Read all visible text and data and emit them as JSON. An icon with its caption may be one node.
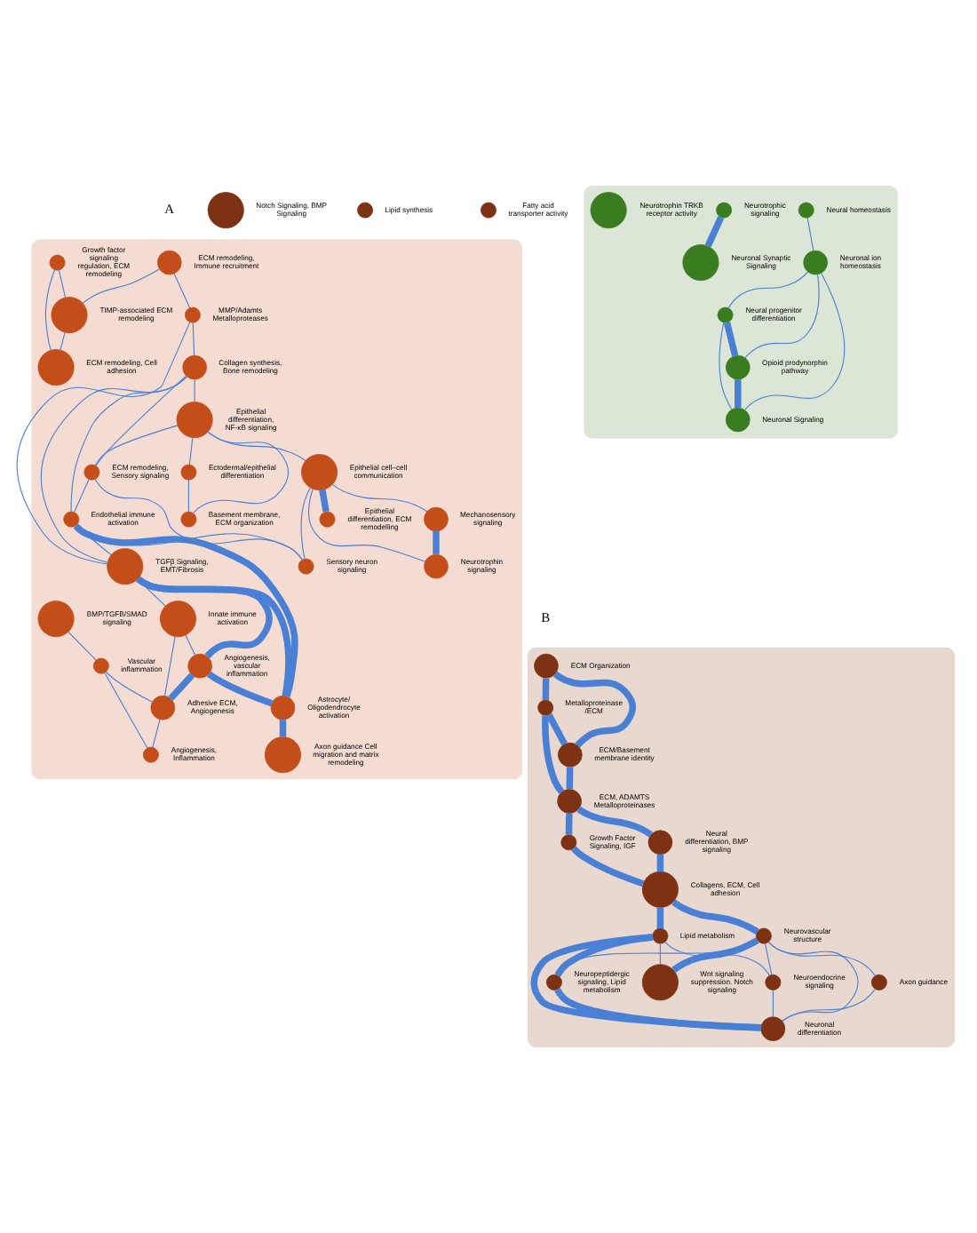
{
  "diagram": {
    "nodes": [
      {
        "text": [],
        "shape": "ellipse"
      },
      {
        "text": [],
        "shape": "circle",
        "in": 0,
        "beside": [
          "ECM remodeling, Immune recruitment"
        ]
      },
      {
        "text": [],
        "shape": "circle",
        "in": 0,
        "beside": [
          "Growth factor signaling regulation, ECM remodeling"
        ]
      },
      {
        "text": [],
        "shape": "circle",
        "in": 0,
        "beside": [
          "BMP/TGFB/SMAD signaling"
        ]
      },
      {
        "text": [],
        "shape": "circle",
        "in": 0,
        "beside": [
          "TIMP-associated ECM remodeling"
        ]
      },
      {
        "text": [],
        "shape": "circle",
        "in": 0,
        "beside": [
          "ECM remodeling, Cell adhesion"
        ]
      },
      {
        "text": [],
        "shape": "circle",
        "in": 0,
        "beside": [
          "MMP/Adamts Metalloproteases"
        ]
      },
      {
        "text": [],
        "shape": "circle",
        "in": 0,
        "beside": [
          "Vascular inflammation"
        ]
      },
      {
        "text": [],
        "shape": "circle",
        "in": 0,
        "beside": [
          "Epithelial differentiation, NF-κB signaling"
        ]
      },
      {
        "text": [],
        "shape": "circle",
        "in": 0,
        "beside": [
          "Collagen synthesis, Bone remodeling"
        ]
      },
      {
        "text": [],
        "shape": "circle",
        "in": 0,
        "beside": [
          "TGFβ Signaling, EMT/Fibrosis"
        ]
      },
      {
        "text": [],
        "shape": "circle",
        "in": 0,
        "beside": [
          "Innate immune activation"
        ]
      },
      {
        "text": [],
        "shape": "circle",
        "in": 0,
        "beside": [
          "Ectodermal/epithelial differentiation"
        ]
      },
      {
        "text": [],
        "shape": "circle",
        "in": 0,
        "beside": [
          "Angiogenesis, Inflammation"
        ]
      },
      {
        "text": [],
        "shape": "circle",
        "in": 0,
        "beside": [
          "Adhesive ECM, Angiogenesis"
        ]
      },
      {
        "text": [],
        "shape": "circle",
        "in": 0,
        "beside": [
          "Basement membrane, ECM organization"
        ]
      },
      {
        "text": [],
        "shape": "circle",
        "in": 0,
        "beside": [
          "ECM remodeling, Sensory signaling"
        ]
      },
      {
        "text": [],
        "shape": "circle",
        "in": 0,
        "beside": [
          "Endothelial immune activation"
        ]
      },
      {
        "text": [],
        "shape": "circle",
        "in": 0,
        "beside": [
          "Angiogenesis, vascular inflammation"
        ]
      },
      {
        "text": [],
        "shape": "circle",
        "in": 0,
        "beside": [
          "Astrocyte/ Oligodendrocyte activation"
        ]
      },
      {
        "text": [],
        "shape": "circle",
        "in": 0,
        "beside": [
          "Epithelial cell–cell communication"
        ]
      },
      {
        "text": [],
        "shape": "circle",
        "in": 0,
        "beside": [
          "Sensory neuron signaling"
        ]
      },
      {
        "text": [],
        "shape": "circle",
        "in": 0,
        "beside": [
          "Axon guidance Cell migration and matrix remodeling"
        ]
      },
      {
        "text": [],
        "shape": "circle",
        "in": 0,
        "beside": [
          "Epithelial differentiation, ECM remodelling"
        ]
      },
      {
        "text": [],
        "shape": "circle",
        "in": 0,
        "beside": [
          "Mechanosensory signaling"
        ]
      },
      {
        "text": [],
        "shape": "circle",
        "in": 0,
        "beside": [
          "Neurotrophin signaling"
        ]
      },
      {
        "text": [],
        "shape": "ellipse"
      },
      {
        "text": [],
        "shape": "circle",
        "in": 26,
        "beside": [
          "ECM Organization"
        ]
      },
      {
        "text": [],
        "shape": "circle",
        "in": 26,
        "beside": [
          "Metalloproteinase /ECM"
        ]
      },
      {
        "text": [],
        "shape": "circle",
        "in": 26,
        "beside": [
          "ECM/Basement membrane identity"
        ]
      },
      {
        "text": [],
        "shape": "circle",
        "in": 26,
        "beside": [
          "ECM, ADAMTS Metalloproteinases"
        ]
      },
      {
        "text": [],
        "shape": "circle",
        "in": 26,
        "beside": [
          "Growth Factor Signaling, IGF"
        ]
      },
      {
        "text": [],
        "shape": "circle",
        "in": 26,
        "beside": [
          "Neural differentiation, BMP signaling"
        ]
      },
      {
        "text": [],
        "shape": "circle",
        "in": 26,
        "beside": [
          "Collagens, ECM, Cell adhesion"
        ]
      },
      {
        "text": [],
        "shape": "circle",
        "in": 26,
        "beside": [
          "Wnt signaling suppression. Notch signaling"
        ]
      },
      {
        "text": [],
        "shape": "circle",
        "in": 26,
        "beside": [
          "Neurovascular structure"
        ]
      },
      {
        "text": [],
        "shape": "circle",
        "in": 26,
        "beside": [
          "Lipid metabolism"
        ]
      },
      {
        "text": [],
        "shape": "circle",
        "in": 26,
        "beside": [
          "Axon guidance"
        ]
      },
      {
        "text": [],
        "shape": "circle",
        "in": 26,
        "beside": [
          "Neuroendocrine signaling"
        ]
      },
      {
        "text": [],
        "shape": "circle",
        "in": 26,
        "beside": [
          "Neuropeptidergic signaling, Lipid metabolism"
        ]
      },
      {
        "text": [],
        "shape": "circle",
        "in": 26,
        "beside": [
          "Neuronal differentiation"
        ]
      },
      {
        "text": [],
        "shape": "circle",
        "beside": [
          "Notch Signaling, BMP Signaling"
        ]
      },
      {
        "text": [],
        "shape": "circle",
        "beside": [
          "Lipid synthesis"
        ]
      },
      {
        "text": [],
        "shape": "circle",
        "beside": [
          "Fatty acid transporter activity"
        ]
      },
      {
        "text": [],
        "shape": "ellipse"
      },
      {
        "text": [],
        "shape": "circle",
        "in": 44,
        "beside": [
          "Neural homeostasis"
        ]
      },
      {
        "text": [],
        "shape": "circle",
        "in": 44,
        "beside": [
          "Neurotrophic signaling"
        ]
      },
      {
        "text": [],
        "shape": "circle",
        "in": 44,
        "beside": [
          "Neuronal ion homeostasis"
        ]
      },
      {
        "text": [],
        "shape": "circle",
        "in": 44,
        "beside": [
          "Neural progenitor differentiation"
        ]
      },
      {
        "text": [],
        "shape": "circle",
        "in": 44,
        "beside": [
          "Neurotrophin TRKB receptor activity"
        ]
      },
      {
        "text": [],
        "shape": "circle",
        "in": 44,
        "beside": [
          "Neuronal Synaptic Signaling"
        ]
      },
      {
        "text": [],
        "shape": "circle",
        "in": 44,
        "beside": [
          "Opioid prodynorphin pathway"
        ]
      },
      {
        "text": [],
        "shape": "circle",
        "in": 44,
        "beside": [
          "Neuronal Signaling"
        ]
      }
    ],
    "edges": [
      {
        "from": 1,
        "to": 4,
        "arrow": "none"
      },
      {
        "from": 1,
        "to": 6,
        "arrow": "none"
      },
      {
        "from": 2,
        "to": 4,
        "arrow": "none"
      },
      {
        "from": 2,
        "to": 5,
        "arrow": "none"
      },
      {
        "from": 4,
        "to": 5,
        "arrow": "none"
      },
      {
        "from": 3,
        "to": 7,
        "arrow": "none"
      },
      {
        "from": 7,
        "to": 14,
        "arrow": "none"
      },
      {
        "from": 7,
        "to": 13,
        "arrow": "none"
      },
      {
        "from": 14,
        "to": 13,
        "arrow": "none"
      },
      {
        "from": 11,
        "to": 14,
        "arrow": "none"
      },
      {
        "from": 10,
        "to": 11,
        "arrow": "none"
      },
      {
        "from": 6,
        "to": 10,
        "arrow": "none"
      },
      {
        "from": 6,
        "to": 9,
        "arrow": "none"
      },
      {
        "from": 9,
        "to": 10,
        "arrow": "none"
      },
      {
        "from": 9,
        "to": 8,
        "arrow": "none"
      },
      {
        "from": 8,
        "to": 12,
        "arrow": "none"
      },
      {
        "from": 8,
        "to": 15,
        "arrow": "none"
      },
      {
        "from": 12,
        "to": 15,
        "arrow": "none"
      },
      {
        "from": 8,
        "to": 16,
        "arrow": "none"
      },
      {
        "from": 8,
        "to": 20,
        "arrow": "none"
      },
      {
        "from": 9,
        "to": 16,
        "arrow": "none"
      },
      {
        "from": 9,
        "to": 17,
        "arrow": "none"
      },
      {
        "from": 16,
        "to": 17,
        "arrow": "none"
      },
      {
        "from": 16,
        "to": 21,
        "arrow": "none"
      },
      {
        "from": 17,
        "to": 10,
        "arrow": "none"
      },
      {
        "from": 17,
        "to": 19,
        "arrow": "none",
        "style": "thick"
      },
      {
        "from": 17,
        "to": 21,
        "arrow": "none"
      },
      {
        "from": 10,
        "to": 18,
        "arrow": "none",
        "style": "thick"
      },
      {
        "from": 10,
        "to": 19,
        "arrow": "none",
        "style": "thick"
      },
      {
        "from": 11,
        "to": 18,
        "arrow": "none"
      },
      {
        "from": 18,
        "to": 14,
        "arrow": "none",
        "style": "thick"
      },
      {
        "from": 18,
        "to": 19,
        "arrow": "none",
        "style": "thick"
      },
      {
        "from": 19,
        "to": 22,
        "arrow": "none",
        "style": "thick"
      },
      {
        "from": 20,
        "to": 21,
        "arrow": "none"
      },
      {
        "from": 20,
        "to": 23,
        "arrow": "none",
        "style": "thick"
      },
      {
        "from": 20,
        "to": 24,
        "arrow": "none"
      },
      {
        "from": 20,
        "to": 25,
        "arrow": "none"
      },
      {
        "from": 24,
        "to": 25,
        "arrow": "none",
        "style": "thick"
      },
      {
        "from": 27,
        "to": 28,
        "arrow": "none",
        "style": "thick"
      },
      {
        "from": 27,
        "to": 29,
        "arrow": "none",
        "style": "thick"
      },
      {
        "from": 28,
        "to": 29,
        "arrow": "none",
        "style": "thick"
      },
      {
        "from": 28,
        "to": 30,
        "arrow": "none",
        "style": "thick"
      },
      {
        "from": 29,
        "to": 30,
        "arrow": "none",
        "style": "thick"
      },
      {
        "from": 30,
        "to": 31,
        "arrow": "none",
        "style": "thick"
      },
      {
        "from": 30,
        "to": 32,
        "arrow": "none",
        "style": "thick"
      },
      {
        "from": 31,
        "to": 33,
        "arrow": "none",
        "style": "thick"
      },
      {
        "from": 32,
        "to": 33,
        "arrow": "none",
        "style": "thick"
      },
      {
        "from": 33,
        "to": 35,
        "arrow": "none",
        "style": "thick"
      },
      {
        "from": 33,
        "to": 36,
        "arrow": "none",
        "style": "thick"
      },
      {
        "from": 35,
        "to": 34,
        "arrow": "none",
        "style": "thick"
      },
      {
        "from": 36,
        "to": 34,
        "arrow": "none"
      },
      {
        "from": 35,
        "to": 37,
        "arrow": "none"
      },
      {
        "from": 35,
        "to": 38,
        "arrow": "none"
      },
      {
        "from": 35,
        "to": 39,
        "arrow": "none"
      },
      {
        "from": 35,
        "to": 40,
        "arrow": "none"
      },
      {
        "from": 36,
        "to": 38,
        "arrow": "none"
      },
      {
        "from": 36,
        "to": 39,
        "arrow": "none",
        "style": "thick"
      },
      {
        "from": 36,
        "to": 40,
        "arrow": "none",
        "style": "thick"
      },
      {
        "from": 37,
        "to": 40,
        "arrow": "none"
      },
      {
        "from": 38,
        "to": 40,
        "arrow": "none"
      },
      {
        "from": 39,
        "to": 40,
        "arrow": "none",
        "style": "thick"
      },
      {
        "from": 45,
        "to": 47,
        "arrow": "none"
      },
      {
        "from": 46,
        "to": 50,
        "arrow": "none",
        "style": "thick"
      },
      {
        "from": 47,
        "to": 48,
        "arrow": "none"
      },
      {
        "from": 47,
        "to": 51,
        "arrow": "none"
      },
      {
        "from": 47,
        "to": 52,
        "arrow": "none"
      },
      {
        "from": 48,
        "to": 51,
        "arrow": "none",
        "style": "thick"
      },
      {
        "from": 48,
        "to": 52,
        "arrow": "none"
      },
      {
        "from": 51,
        "to": 52,
        "arrow": "none",
        "style": "thick"
      }
    ],
    "labels": [
      "A",
      "B"
    ]
  }
}
